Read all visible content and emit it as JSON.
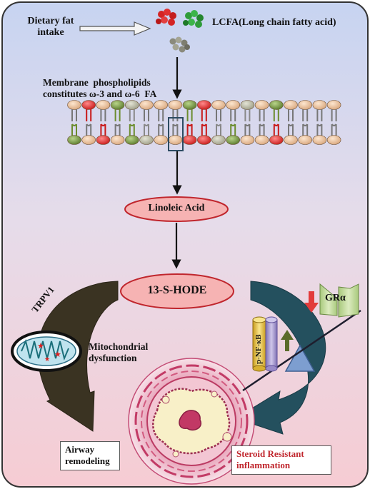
{
  "labels": {
    "dietary_fat": "Dietary fat\nintake",
    "lcfa": "LCFA(Long chain fatty acid)",
    "membrane": "Membrane  phospholipids\nconstitutes ω-3 and ω-6  FA",
    "linoleic": "Linoleic Acid",
    "hode": "13-S-HODE",
    "trpv1": "TRPV1",
    "mito": "Mitochondrial\ndysfunction",
    "gra": "GRα",
    "pnfkb": "p-NF-κB",
    "airway": "Airway\nremodeling",
    "steroid": "Steroid Resistant\ninflammation"
  },
  "colors": {
    "bg_top": "#c9d6f2",
    "bg_bottom": "#f6d0d6",
    "ellipse_fill": "#f6b3b3",
    "ellipse_stroke": "#c0262d",
    "steroid_text": "#c0262d",
    "arrow_dark": "#3a3322",
    "arrow_teal": "#24505e",
    "triangle": "#7d9ed0",
    "gra_green": "#bfd89a",
    "red_arrow": "#e23b3b",
    "green_arrow": "#5b6b2a",
    "cylinder_yellow": "#f2d35a",
    "cylinder_purple": "#a79ad0"
  }
}
